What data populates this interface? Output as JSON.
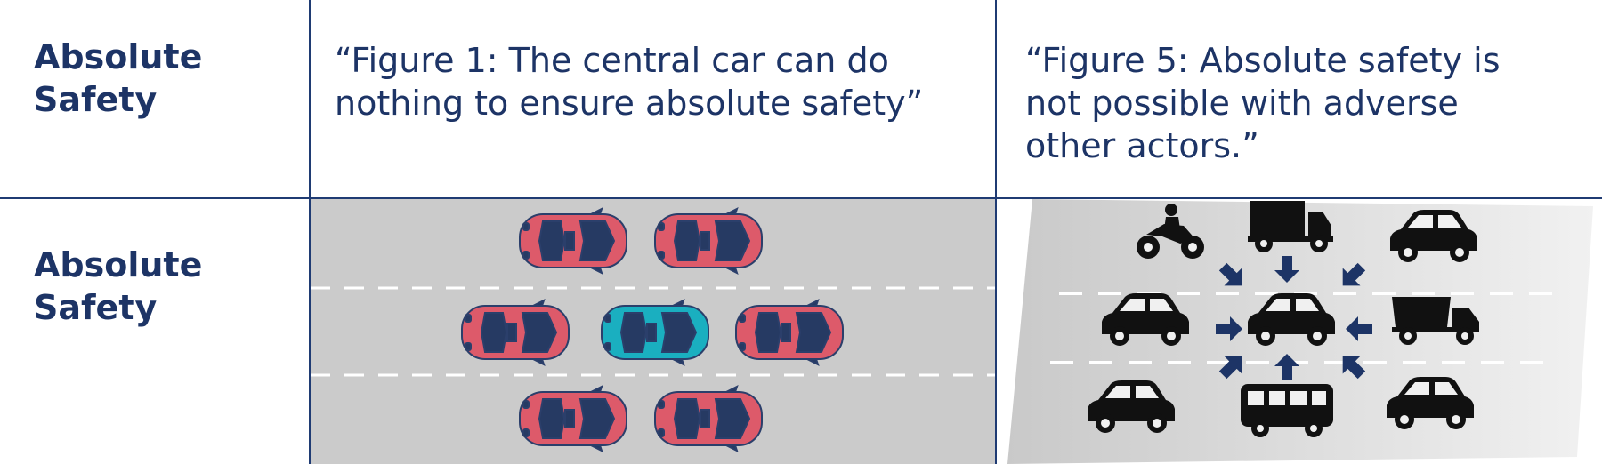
{
  "rows": [
    {
      "label": "Absolute\nSafety"
    },
    {
      "label": "Absolute\nSafety"
    }
  ],
  "captions": {
    "figure1": "“Figure 1: The central car can do\nnothing to ensure absolute safety”",
    "figure5": "“Figure 5: Absolute safety is\nnot possible with adverse\nother actors.”"
  },
  "colors": {
    "text": "#1d3466",
    "grid_line": "#1f3b73",
    "road": "#cbcbcb",
    "lane_marking": "#ffffff",
    "surrounding_car": "#dd5a6a",
    "central_car": "#1aafc0",
    "windows": "#263a63",
    "icons": "#111111"
  },
  "figure5_icons": [
    "motorcycle-icon",
    "box-truck-icon",
    "suv-icon",
    "sedan-icon",
    "center-car-icon",
    "dump-truck-icon",
    "hatchback-icon",
    "bus-icon",
    "suv-icon"
  ]
}
